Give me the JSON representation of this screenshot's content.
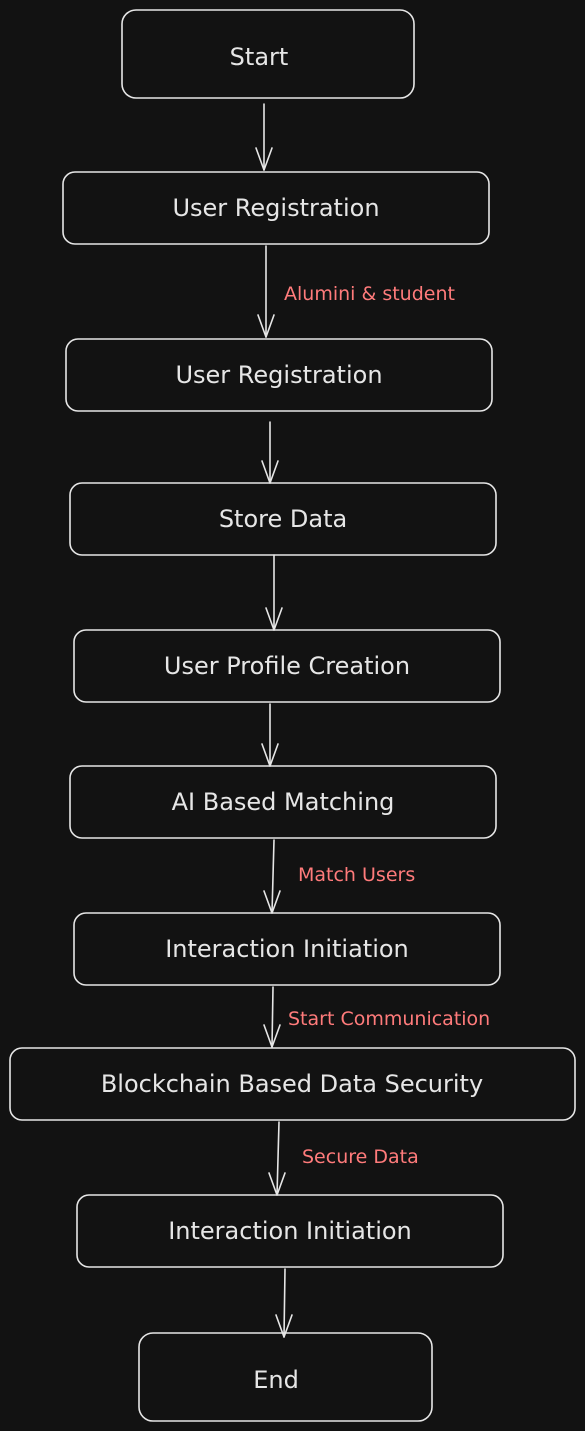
{
  "nodes": [
    {
      "id": "n1",
      "label": "Start"
    },
    {
      "id": "n2",
      "label": "User Registration"
    },
    {
      "id": "n3",
      "label": "User Registration"
    },
    {
      "id": "n4",
      "label": "Store Data"
    },
    {
      "id": "n5",
      "label": "User Profile Creation"
    },
    {
      "id": "n6",
      "label": "AI Based Matching"
    },
    {
      "id": "n7",
      "label": "Interaction Initiation"
    },
    {
      "id": "n8",
      "label": "Blockchain Based Data Security"
    },
    {
      "id": "n9",
      "label": "Interaction Initiation"
    },
    {
      "id": "n10",
      "label": "End"
    }
  ],
  "edges": [
    {
      "from": "n1",
      "to": "n2",
      "label": ""
    },
    {
      "from": "n2",
      "to": "n3",
      "label": "Alumini & student"
    },
    {
      "from": "n3",
      "to": "n4",
      "label": ""
    },
    {
      "from": "n4",
      "to": "n5",
      "label": ""
    },
    {
      "from": "n5",
      "to": "n6",
      "label": ""
    },
    {
      "from": "n6",
      "to": "n7",
      "label": "Match Users"
    },
    {
      "from": "n7",
      "to": "n8",
      "label": "Start Communication"
    },
    {
      "from": "n8",
      "to": "n9",
      "label": "Secure Data"
    },
    {
      "from": "n9",
      "to": "n10",
      "label": ""
    }
  ],
  "colors": {
    "background": "#121212",
    "stroke": "#e6e6e6",
    "text": "#e6e6e6",
    "edge_label": "#ff7b7b"
  }
}
